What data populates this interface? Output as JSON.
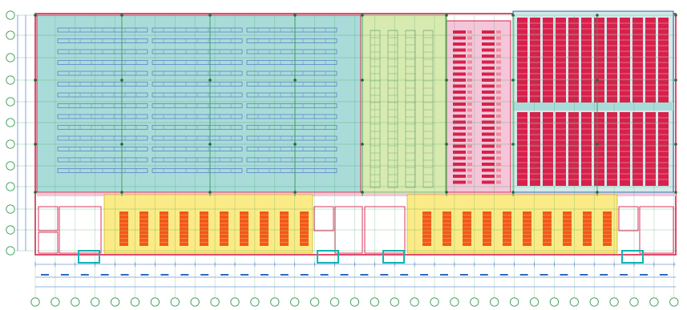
{
  "drawing": {
    "title_text": "",
    "colors": {
      "line_cyan": "#0fb6b8",
      "grid_green": "#3a9a55",
      "red_outline": "#d8204c",
      "zone_teal": "#a9dcd9",
      "zone_green": "#d7ebb0",
      "zone_pink": "#f4c6da",
      "zone_red": "#d8204c",
      "zone_yellow": "#fbeb86",
      "rack_orange": "#f15a18",
      "rack_blue": "#5b84c8",
      "dim_blue": "#2d6cc0"
    },
    "zones": [
      {
        "id": "teal-storage",
        "color": "zone_teal"
      },
      {
        "id": "green-storage",
        "color": "zone_green"
      },
      {
        "id": "pink-storage",
        "color": "zone_pink"
      },
      {
        "id": "red-storage",
        "color": "zone_red"
      },
      {
        "id": "yellow-corridor-left",
        "color": "zone_yellow"
      },
      {
        "id": "yellow-corridor-right",
        "color": "zone_yellow"
      }
    ],
    "grid_axes_count": {
      "rows": 12,
      "columns": 33
    }
  }
}
